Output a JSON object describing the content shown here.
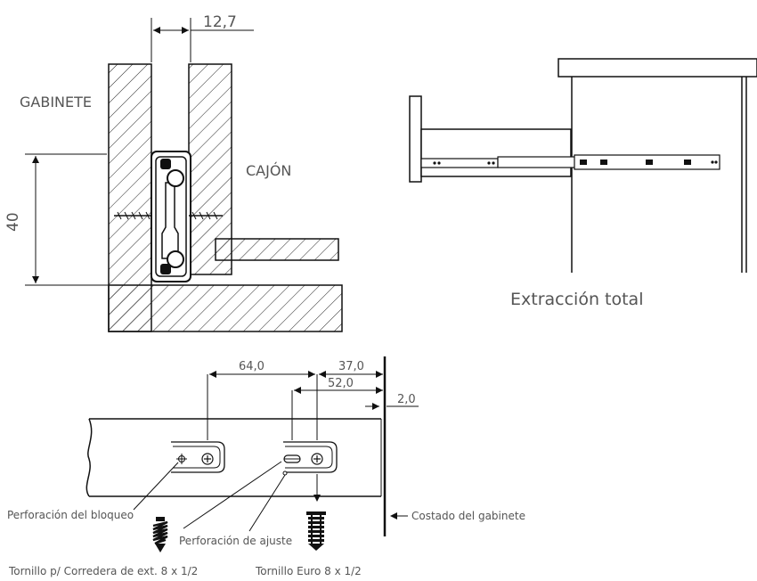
{
  "labels": {
    "gabinete": "GABINETE",
    "cajon": "CAJÓN",
    "extraccion": "Extracción total",
    "perf_bloqueo": "Perforación del bloqueo",
    "perf_ajuste": "Perforación de ajuste",
    "costado": "Costado del gabinete",
    "tornillo_ext": "Tornillo p/ Corredera de ext. 8 x 1/2",
    "tornillo_euro": "Tornillo Euro 8 x 1/2"
  },
  "dimensions": {
    "d127": "12,7",
    "d40": "40",
    "d640": "64,0",
    "d370": "37,0",
    "d520": "52,0",
    "d20": "2,0"
  },
  "colors": {
    "line": "#111111",
    "text": "#555555"
  }
}
